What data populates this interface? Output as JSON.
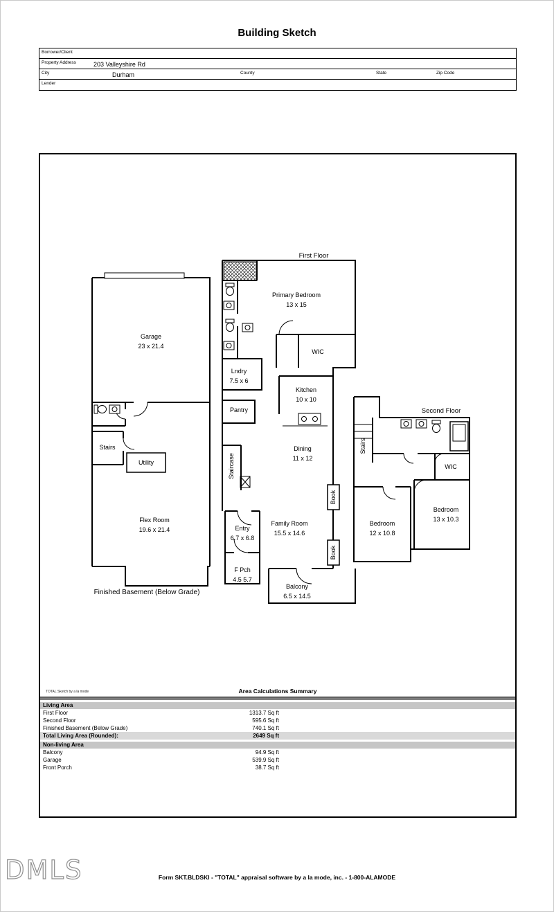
{
  "header": {
    "title": "Building Sketch"
  },
  "form": {
    "borrower_label": "Borrower/Client",
    "property_address_label": "Property Address",
    "property_address_value": "203 Valleyshire Rd",
    "city_label": "City",
    "city_value": "Durham",
    "county_label": "County",
    "state_label": "State",
    "zip_label": "Zip Code",
    "lender_label": "Lender"
  },
  "floorplan": {
    "first_floor_title": "First Floor",
    "second_floor_title": "Second Floor",
    "basement_caption": "Finished Basement (Below Grade)",
    "rooms": {
      "garage": {
        "name": "Garage",
        "dims": "23 x 21.4"
      },
      "primary_bedroom": {
        "name": "Primary Bedroom",
        "dims": "13 x 15"
      },
      "wic_first": {
        "name": "WIC"
      },
      "laundry": {
        "name": "Lndry",
        "dims": "7.5 x 6"
      },
      "kitchen": {
        "name": "Kitchen",
        "dims": "10 x 10"
      },
      "pantry": {
        "name": "Pantry"
      },
      "dining": {
        "name": "Dining",
        "dims": "11 x 12"
      },
      "staircase": {
        "name": "Staircase"
      },
      "family_room": {
        "name": "Family Room",
        "dims": "15.5 x 14.6"
      },
      "entry": {
        "name": "Entry",
        "dims": "6.7 x 6.8"
      },
      "front_porch": {
        "name": "F Pch",
        "dims": "4.5 5.7"
      },
      "balcony": {
        "name": "Balcony",
        "dims": "6.5 x 14.5"
      },
      "stairs_basement": {
        "name": "Stairs"
      },
      "utility": {
        "name": "Utility"
      },
      "flex_room": {
        "name": "Flex Room",
        "dims": "19.6 x 21.4"
      },
      "book_upper": {
        "name": "Book"
      },
      "book_lower": {
        "name": "Book"
      },
      "stairs_second": {
        "name": "Stairs"
      },
      "wic_second": {
        "name": "WIC"
      },
      "bedroom_13": {
        "name": "Bedroom",
        "dims": "13 x 10.3"
      },
      "bedroom_12": {
        "name": "Bedroom",
        "dims": "12 x 10.8"
      }
    }
  },
  "area_summary": {
    "watermark": "TOTAL Sketch by a la mode",
    "title": "Area Calculations Summary",
    "living_header": "Living Area",
    "living_rows": [
      {
        "label": "First Floor",
        "value": "1313.7 Sq ft"
      },
      {
        "label": "Second Floor",
        "value": "595.6 Sq ft"
      },
      {
        "label": "Finished Basement (Below Grade)",
        "value": "740.1 Sq ft"
      }
    ],
    "total_label": "Total Living Area (Rounded):",
    "total_value": "2649 Sq ft",
    "nonliving_header": "Non-living Area",
    "nonliving_rows": [
      {
        "label": "Balcony",
        "value": "94.9 Sq ft"
      },
      {
        "label": "Garage",
        "value": "539.9 Sq ft"
      },
      {
        "label": "Front Porch",
        "value": "38.7 Sq ft"
      }
    ]
  },
  "footer": {
    "logo": "DMLS",
    "text": "Form SKT.BLDSKI - \"TOTAL\" appraisal software by a la mode, inc. - 1-800-ALAMODE"
  }
}
